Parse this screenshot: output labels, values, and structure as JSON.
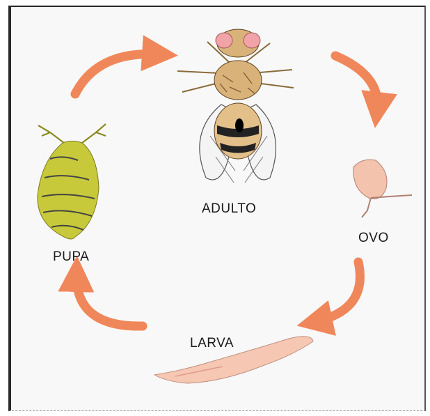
{
  "stages": {
    "adult_label": "ADULTO",
    "egg_label": "OVO",
    "larva_label": "LARVA",
    "pupa_label": "PUPA"
  },
  "colors": {
    "arrow": "#f0875a",
    "pupa": "#c7c93a",
    "egg": "#f4c3ad",
    "larva": "#f6c7b2",
    "fly_body": "#d9b27a",
    "fly_eyes": "#f2a3a8"
  },
  "icons": [
    "fruit-fly-adult-icon",
    "egg-icon",
    "larva-icon",
    "pupa-icon",
    "cycle-arrow-icon"
  ]
}
